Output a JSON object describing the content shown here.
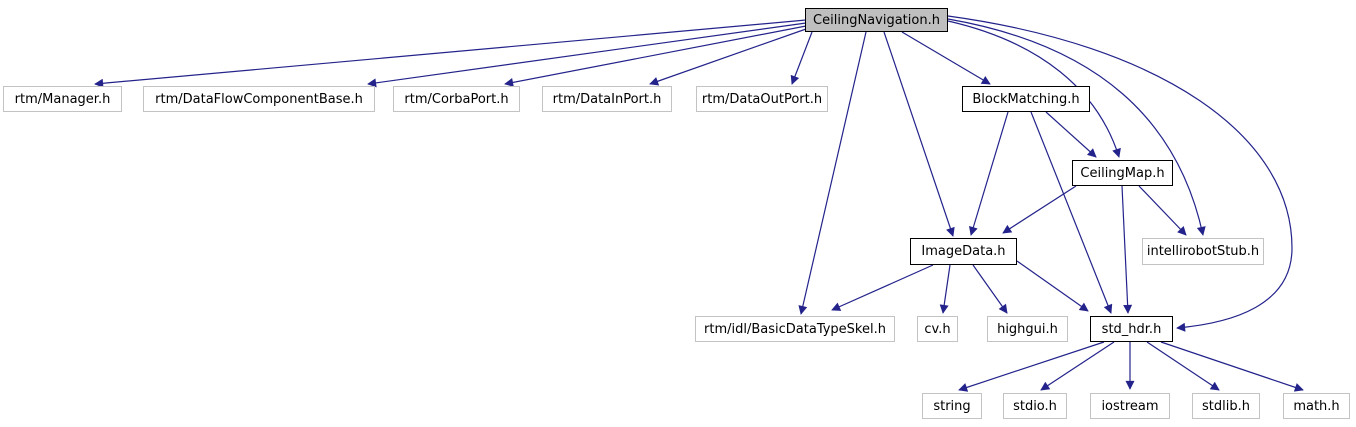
{
  "colors": {
    "edge": "#23238b",
    "rootFill": "#bfbfbf",
    "linkedBorder": "#000000",
    "leafBorder": "#c3c3c3",
    "text": "#000000",
    "bg": "#ffffff"
  },
  "nodes": {
    "root": {
      "label": "CeilingNavigation.h"
    },
    "manager": {
      "label": "rtm/Manager.h"
    },
    "dfcb": {
      "label": "rtm/DataFlowComponentBase.h"
    },
    "corbaport": {
      "label": "rtm/CorbaPort.h"
    },
    "datainport": {
      "label": "rtm/DataInPort.h"
    },
    "dataoutport": {
      "label": "rtm/DataOutPort.h"
    },
    "blockmatching": {
      "label": "BlockMatching.h"
    },
    "ceilingmap": {
      "label": "CeilingMap.h"
    },
    "imagedata": {
      "label": "ImageData.h"
    },
    "intellirobotstub": {
      "label": "intellirobotStub.h"
    },
    "basicdatatypeskel": {
      "label": "rtm/idl/BasicDataTypeSkel.h"
    },
    "cv": {
      "label": "cv.h"
    },
    "highgui": {
      "label": "highgui.h"
    },
    "stdhdr": {
      "label": "std_hdr.h"
    },
    "string": {
      "label": "string"
    },
    "stdio": {
      "label": "stdio.h"
    },
    "iostream": {
      "label": "iostream"
    },
    "stdlib": {
      "label": "stdlib.h"
    },
    "math": {
      "label": "math.h"
    }
  },
  "edges": [
    {
      "from": "root",
      "to": "manager"
    },
    {
      "from": "root",
      "to": "dfcb"
    },
    {
      "from": "root",
      "to": "corbaport"
    },
    {
      "from": "root",
      "to": "datainport"
    },
    {
      "from": "root",
      "to": "dataoutport"
    },
    {
      "from": "root",
      "to": "blockmatching"
    },
    {
      "from": "root",
      "to": "basicdatatypeskel"
    },
    {
      "from": "root",
      "to": "imagedata"
    },
    {
      "from": "root",
      "to": "ceilingmap"
    },
    {
      "from": "root",
      "to": "intellirobotstub"
    },
    {
      "from": "root",
      "to": "stdhdr"
    },
    {
      "from": "blockmatching",
      "to": "imagedata"
    },
    {
      "from": "blockmatching",
      "to": "ceilingmap"
    },
    {
      "from": "blockmatching",
      "to": "stdhdr"
    },
    {
      "from": "ceilingmap",
      "to": "imagedata"
    },
    {
      "from": "ceilingmap",
      "to": "intellirobotstub"
    },
    {
      "from": "ceilingmap",
      "to": "stdhdr"
    },
    {
      "from": "imagedata",
      "to": "basicdatatypeskel"
    },
    {
      "from": "imagedata",
      "to": "cv"
    },
    {
      "from": "imagedata",
      "to": "highgui"
    },
    {
      "from": "imagedata",
      "to": "stdhdr"
    },
    {
      "from": "stdhdr",
      "to": "string"
    },
    {
      "from": "stdhdr",
      "to": "stdio"
    },
    {
      "from": "stdhdr",
      "to": "iostream"
    },
    {
      "from": "stdhdr",
      "to": "stdlib"
    },
    {
      "from": "stdhdr",
      "to": "math"
    }
  ]
}
